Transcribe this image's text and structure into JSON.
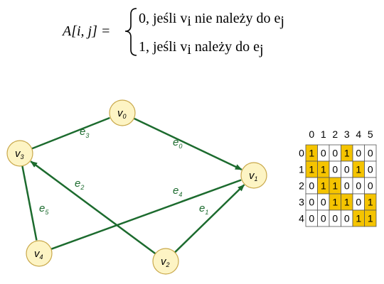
{
  "formula": {
    "lhs": "A[i, j] =",
    "case0": "0, jeśli v",
    "case0_sub": "i",
    "case0_rest": " nie należy do e",
    "case0_sub2": "j",
    "case1": "1, jeśli v",
    "case1_sub": "i",
    "case1_rest": " należy do e",
    "case1_sub2": "j"
  },
  "graph": {
    "node_color": "#fdf4c4",
    "node_stroke": "#c9a84a",
    "edge_color": "#1c6b2e",
    "nodes": [
      {
        "name": "v",
        "sub": "0"
      },
      {
        "name": "v",
        "sub": "1"
      },
      {
        "name": "v",
        "sub": "2"
      },
      {
        "name": "v",
        "sub": "3"
      },
      {
        "name": "v",
        "sub": "4"
      }
    ],
    "edges": [
      {
        "name": "e",
        "sub": "0"
      },
      {
        "name": "e",
        "sub": "1"
      },
      {
        "name": "e",
        "sub": "2"
      },
      {
        "name": "e",
        "sub": "3"
      },
      {
        "name": "e",
        "sub": "4"
      },
      {
        "name": "e",
        "sub": "5"
      }
    ]
  },
  "matrix": {
    "highlight_color": "#f5c400",
    "col_headers": [
      "0",
      "1",
      "2",
      "3",
      "4",
      "5"
    ],
    "row_headers": [
      "0",
      "1",
      "2",
      "3",
      "4"
    ],
    "rows": [
      [
        "1",
        "0",
        "0",
        "1",
        "0",
        "0"
      ],
      [
        "1",
        "1",
        "0",
        "0",
        "1",
        "0"
      ],
      [
        "0",
        "1",
        "1",
        "0",
        "0",
        "0"
      ],
      [
        "0",
        "0",
        "1",
        "1",
        "0",
        "1"
      ],
      [
        "0",
        "0",
        "0",
        "0",
        "1",
        "1"
      ]
    ]
  }
}
